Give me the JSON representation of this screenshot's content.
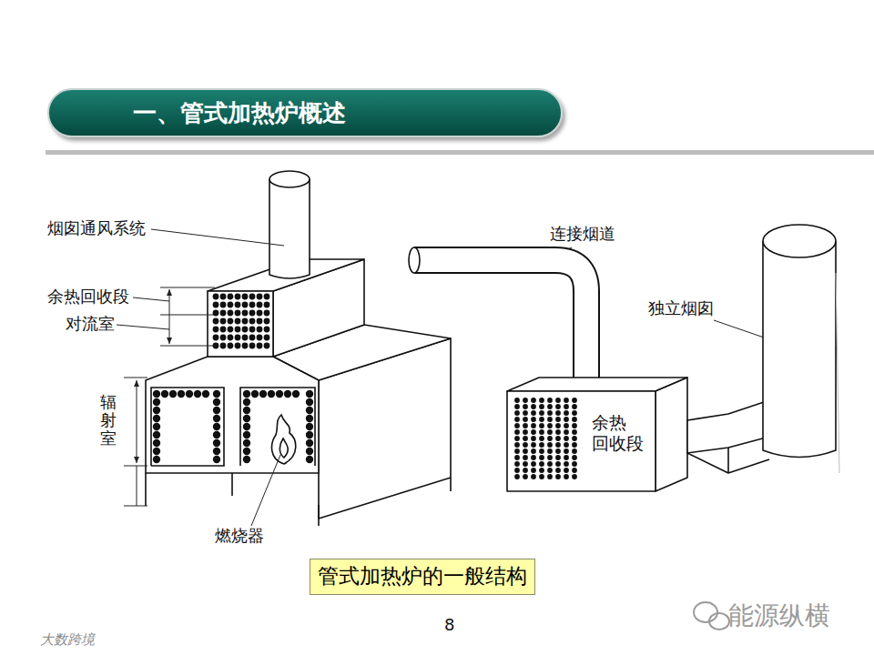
{
  "diagram": {
    "title": "一、管式加热炉概述",
    "caption": "管式加热炉的一般结构",
    "labels": [
      "烟囱通风系统",
      "余热回收段",
      "对流室",
      "辐射室",
      "燃烧器",
      "连接烟道",
      "独立烟囱",
      "余热 回收段",
      "8",
      "能源纵横",
      "大数跨境"
    ]
  }
}
